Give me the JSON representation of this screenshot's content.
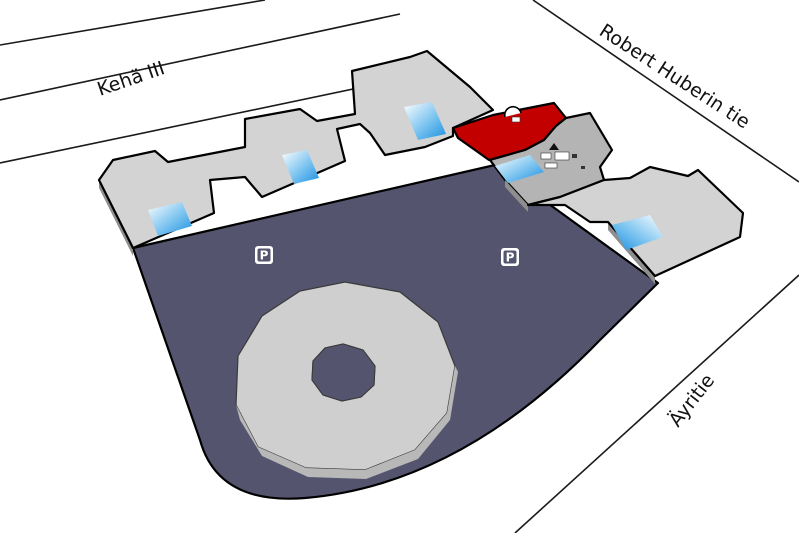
{
  "roads": {
    "north": "Kehä III",
    "northeast": "Robert Huberin tie",
    "southeast": "Äyritie"
  },
  "parking": {
    "symbol": "P",
    "count": 2
  },
  "colors": {
    "parking_lot": "#54546e",
    "building_roof": "#d3d3d3",
    "building_dark": "#b4b4b4",
    "highlight": "#c30000",
    "entrance_glass": "#3aa6e8",
    "road_line": "#1a1a1a",
    "background": "#ffffff"
  },
  "icons": {
    "parking": "parking-sign-icon",
    "stairs": "stairs-icon",
    "elevator": "elevator-icon",
    "info": "info-point-icon"
  }
}
